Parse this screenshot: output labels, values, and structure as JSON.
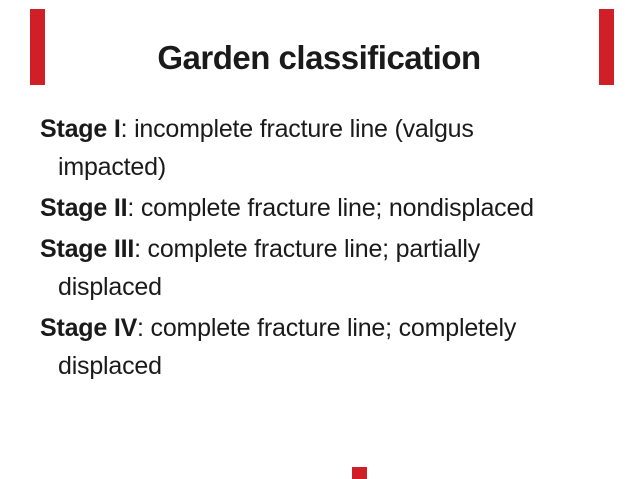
{
  "slide": {
    "background_color": "#ffffff",
    "text_color": "#1a1a1a",
    "accent_red": "#d01f26",
    "title": "Garden classification",
    "bullets": [
      {
        "label": "Stage I",
        "desc": ": incomplete fracture line (valgus",
        "cont": "impacted)"
      },
      {
        "label": "Stage II",
        "desc": ": complete fracture line; nondisplaced"
      },
      {
        "label": "Stage III",
        "desc": ": complete fracture line; partially",
        "cont": "displaced"
      },
      {
        "label": "Stage IV",
        "desc": ": complete fracture line; completely",
        "cont": "displaced"
      }
    ]
  }
}
